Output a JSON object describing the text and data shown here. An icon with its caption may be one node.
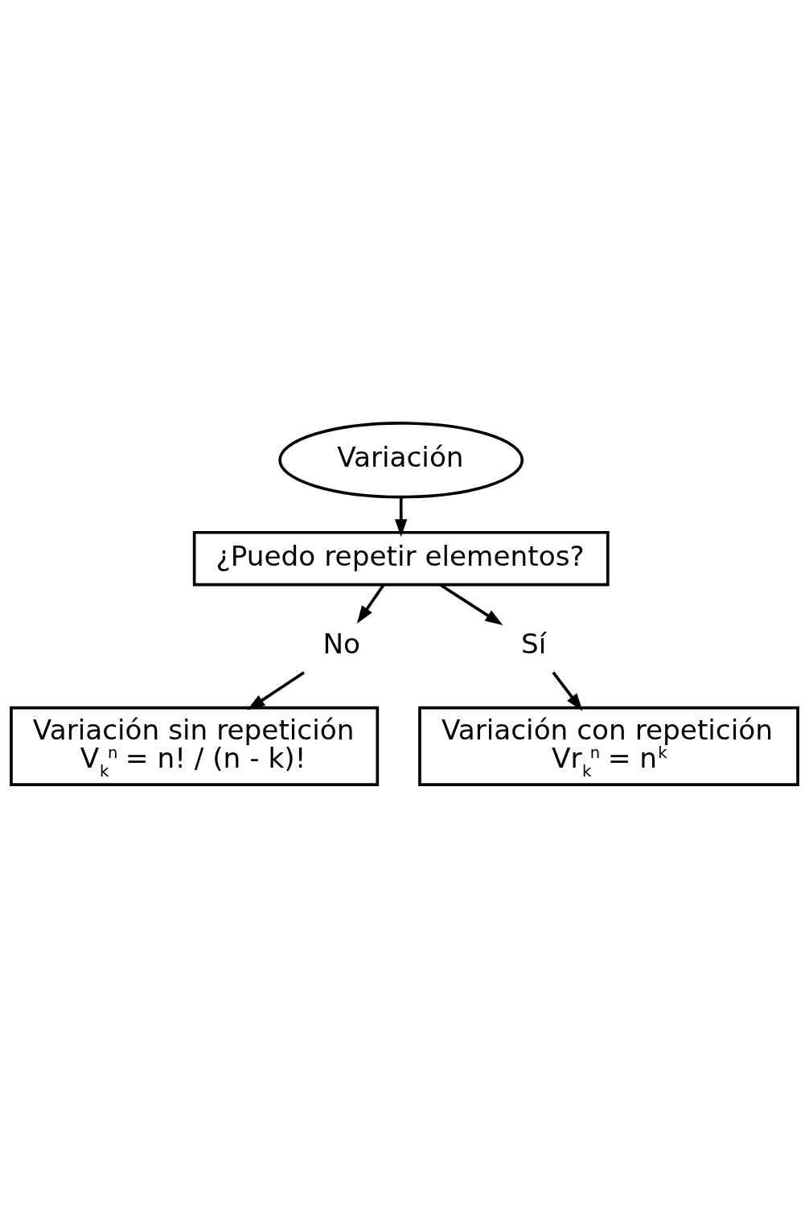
{
  "diagram": {
    "nodes": [
      {
        "text": [
          "Variación"
        ]
      },
      {
        "text": [
          "¿Puedo repetir elementos?"
        ]
      },
      {
        "text": [
          "No"
        ]
      },
      {
        "text": [
          "Sí"
        ]
      },
      {
        "text": [
          "Variación sin repetición",
          "V$_{k}$$^{n}$ = n! / (n - k)!"
        ]
      },
      {
        "text": [
          "Variación con repetición",
          "Vr$_{k}$$^{n}$ = n$^{k}$"
        ]
      }
    ],
    "edges": [
      {
        "from": 0,
        "to": 1,
        "arrow": "to"
      },
      {
        "from": 1,
        "to": 2,
        "arrow": "to"
      },
      {
        "from": 1,
        "to": 3,
        "arrow": "to"
      },
      {
        "from": 2,
        "to": 4,
        "arrow": "to"
      },
      {
        "from": 3,
        "to": 5,
        "arrow": "to"
      }
    ]
  }
}
